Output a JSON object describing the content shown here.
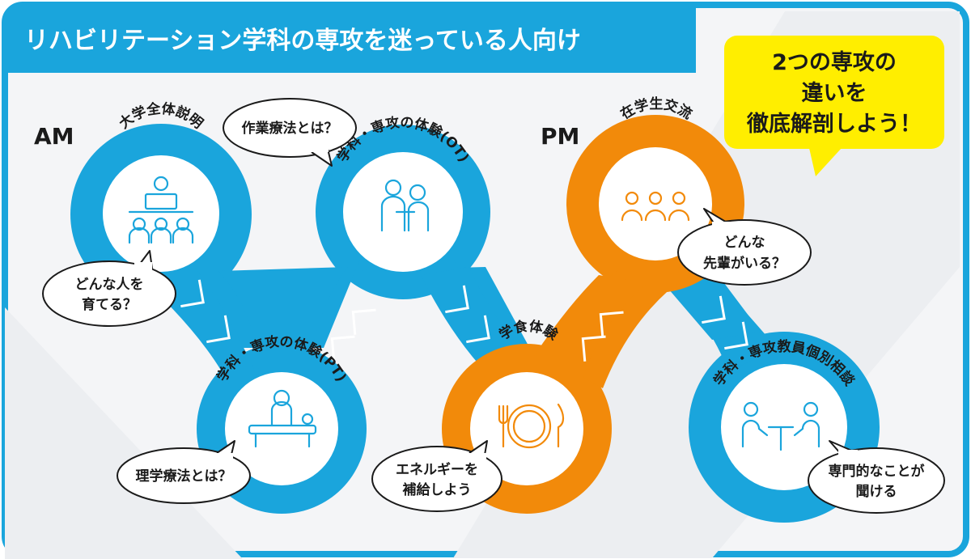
{
  "header": {
    "title": "リハビリテーション学科の専攻を迷っている人向け"
  },
  "labels": {
    "am": "AM",
    "pm": "PM"
  },
  "callout": {
    "line1": "2つの専攻の",
    "line2": "違いを",
    "line3": "徹底解剖しよう！"
  },
  "stations": [
    {
      "id": "briefing",
      "label": "大学全体説明",
      "icon": "audience-presentation-icon",
      "color": "#1aa5dc"
    },
    {
      "id": "pt",
      "label": "学科・専攻の体験(PT)",
      "icon": "physical-therapy-icon",
      "color": "#1aa5dc"
    },
    {
      "id": "ot",
      "label": "学科・専攻の体験(OT)",
      "icon": "assisted-walking-icon",
      "color": "#1aa5dc"
    },
    {
      "id": "lunch",
      "label": "学食体験",
      "icon": "plate-fork-knife-icon",
      "color": "#f28a0a"
    },
    {
      "id": "students",
      "label": "在学生交流",
      "icon": "group-people-icon",
      "color": "#f28a0a"
    },
    {
      "id": "consult",
      "label": "学科・専攻教員個別相談",
      "icon": "consultation-meeting-icon",
      "color": "#1aa5dc"
    }
  ],
  "bubbles": {
    "briefing": {
      "line1": "どんな人を",
      "line2": "育てる？"
    },
    "pt": {
      "line1": "理学療法とは？"
    },
    "ot": {
      "line1": "作業療法とは？"
    },
    "lunch": {
      "line1": "エネルギーを",
      "line2": "補給しよう"
    },
    "students": {
      "line1": "どんな",
      "line2": "先輩がいる？"
    },
    "consult": {
      "line1": "専門的なことが",
      "line2": "聞ける"
    }
  },
  "colors": {
    "frame": "#1aa5dc",
    "blue": "#1aa5dc",
    "orange": "#f28a0a",
    "callout": "#ffee00"
  }
}
